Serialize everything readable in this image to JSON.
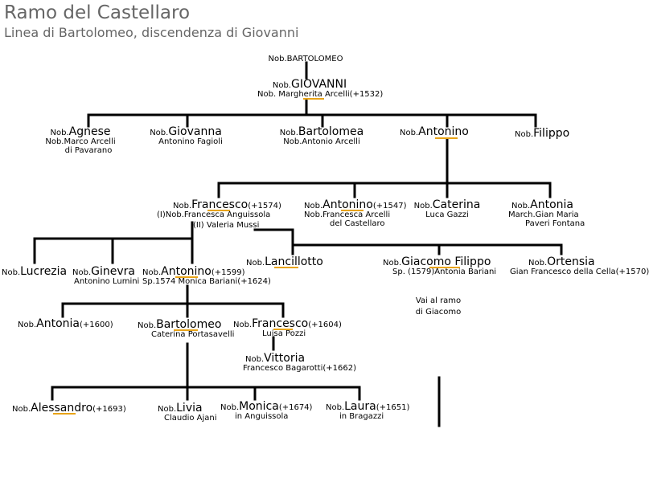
{
  "title": "Ramo del Castellaro",
  "subtitle": "Linea di Bartolomeo, discendenza di Giovanni",
  "colors": {
    "lines": "#000000",
    "underline": "#e8a317",
    "title": "#666666"
  },
  "people": {
    "bartolomeo_root": {
      "prefix": "Nob.",
      "name": "BARTOLOMEO"
    },
    "giovanni": {
      "prefix": "Nob.",
      "name": "GIOVANNI",
      "spouse": [
        "Nob. Margherita Arcelli(+1532)"
      ]
    },
    "agnese": {
      "prefix": "Nob.",
      "name": "Agnese",
      "spouse": [
        "Nob.Marco Arcelli",
        "di Pavarano"
      ]
    },
    "giovanna": {
      "prefix": "Nob.",
      "name": "Giovanna",
      "spouse": [
        "Antonino Fagioli"
      ]
    },
    "bartolomea": {
      "prefix": "Nob.",
      "name": "Bartolomea",
      "spouse": [
        "Nob.Antonio Arcelli"
      ]
    },
    "antonino1": {
      "prefix": "Nob.",
      "name": "Antonino"
    },
    "filippo": {
      "prefix": "Nob.",
      "name": "Filippo"
    },
    "francesco1574": {
      "prefix": "Nob.",
      "name": "Francesco",
      "suffix": "(+1574)",
      "spouse": [
        "(I)Nob.Francesca Anguissola"
      ]
    },
    "valeria": {
      "text": "(II) Valeria Mussi"
    },
    "antonino1547": {
      "prefix": "Nob.",
      "name": "Antonino",
      "suffix": "(+1547)",
      "spouse": [
        "Nob.Francesca Arcelli",
        "del Castellaro"
      ]
    },
    "caterina": {
      "prefix": "Nob.",
      "name": "Caterina",
      "spouse": [
        "Luca Gazzi"
      ]
    },
    "antonia1": {
      "prefix": "Nob.",
      "name": "Antonia",
      "spouse": [
        "March.Gian Maria",
        "Paveri Fontana"
      ]
    },
    "lucrezia": {
      "prefix": "Nob.",
      "name": "Lucrezia"
    },
    "ginevra": {
      "prefix": "Nob.",
      "name": "Ginevra",
      "spouse": [
        "Antonino Lumini"
      ]
    },
    "antonino1599": {
      "prefix": "Nob.",
      "name": "Antonino",
      "suffix": "(+1599)",
      "spouse": [
        "Sp.1574 Monica Bariani(+1624)"
      ]
    },
    "lancillotto": {
      "prefix": "Nob.",
      "name": "Lancillotto"
    },
    "giacomo": {
      "prefix": "Nob.",
      "name": "Giacomo Filippo",
      "spouse": [
        "Sp. (1579)Antonia Bariani"
      ]
    },
    "ortensia": {
      "prefix": "Nob.",
      "name": "Ortensia",
      "spouse": [
        "Gian Francesco della Cella(+1570)"
      ]
    },
    "giacomo_note": {
      "lines": [
        "Vai al ramo",
        "di Giacomo"
      ]
    },
    "antonia1600": {
      "prefix": "Nob.",
      "name": "Antonia",
      "suffix": "(+1600)"
    },
    "bartolomeo2": {
      "prefix": "Nob.",
      "name": "Bartolomeo",
      "spouse": [
        "Caterina Portasavelli"
      ]
    },
    "francesco1604": {
      "prefix": "Nob.",
      "name": "Francesco",
      "suffix": "(+1604)",
      "spouse": [
        "Luisa  Pozzi"
      ]
    },
    "vittoria": {
      "prefix": "Nob.",
      "name": "Vittoria",
      "spouse": [
        "Francesco Bagarotti(+1662)"
      ]
    },
    "alessandro": {
      "prefix": "Nob.",
      "name": "Alessandro",
      "suffix": "(+1693)"
    },
    "livia": {
      "prefix": "Nob.",
      "name": "Livia",
      "spouse": [
        "Claudio Ajani"
      ]
    },
    "monica": {
      "prefix": "Nob.",
      "name": "Monica",
      "suffix": "(+1674)",
      "spouse": [
        "in Anguissola"
      ]
    },
    "laura": {
      "prefix": "Nob.",
      "name": "Laura",
      "suffix": "(+1651)",
      "spouse": [
        "in Bragazzi"
      ]
    }
  }
}
